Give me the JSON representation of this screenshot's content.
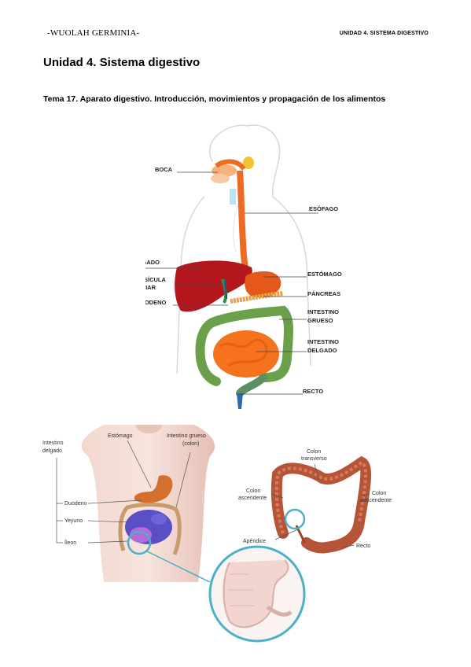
{
  "header": {
    "left": "-WUOLAH GERMINIA-",
    "right": "UNIDAD 4. SISTEMA DIGESTIVO"
  },
  "title": "Unidad 4. Sistema digestivo",
  "subtitle": "Tema 17. Aparato digestivo. Introducción, movimientos y propagación de los alimentos",
  "figure1": {
    "labels": {
      "boca": "BOCA",
      "esofago": "ESÓFAGO",
      "higado": "HÍGADO",
      "estomago": "ESTÓMAGO",
      "vesicula_1": "VESÍCULA",
      "vesicula_2": "BILIAR",
      "pancreas": "PÁNCREAS",
      "duodeno": "DUODENO",
      "grueso_1": "INTESTINO",
      "grueso_2": "GRUESO",
      "delgado_1": "INTESTINO",
      "delgado_2": "DELGADO",
      "recto": "RECTO"
    }
  },
  "figure2": {
    "labels": {
      "delgado_1": "Intestino",
      "delgado_2": "delgado",
      "estomago": "Estómago",
      "grueso_1": "Intestino grueso",
      "grueso_2": "(colon)",
      "duodeno": "Duodeno",
      "yeyuno": "Yeyuno",
      "ileon": "Íleon"
    }
  },
  "figure3": {
    "labels": {
      "transverso_1": "Colon",
      "transverso_2": "transverso",
      "ascendente_1": "Colon",
      "ascendente_2": "ascendente",
      "descendente_1": "Colon",
      "descendente_2": "descendente",
      "apendice": "Apéndice",
      "recto": "Recto"
    }
  }
}
